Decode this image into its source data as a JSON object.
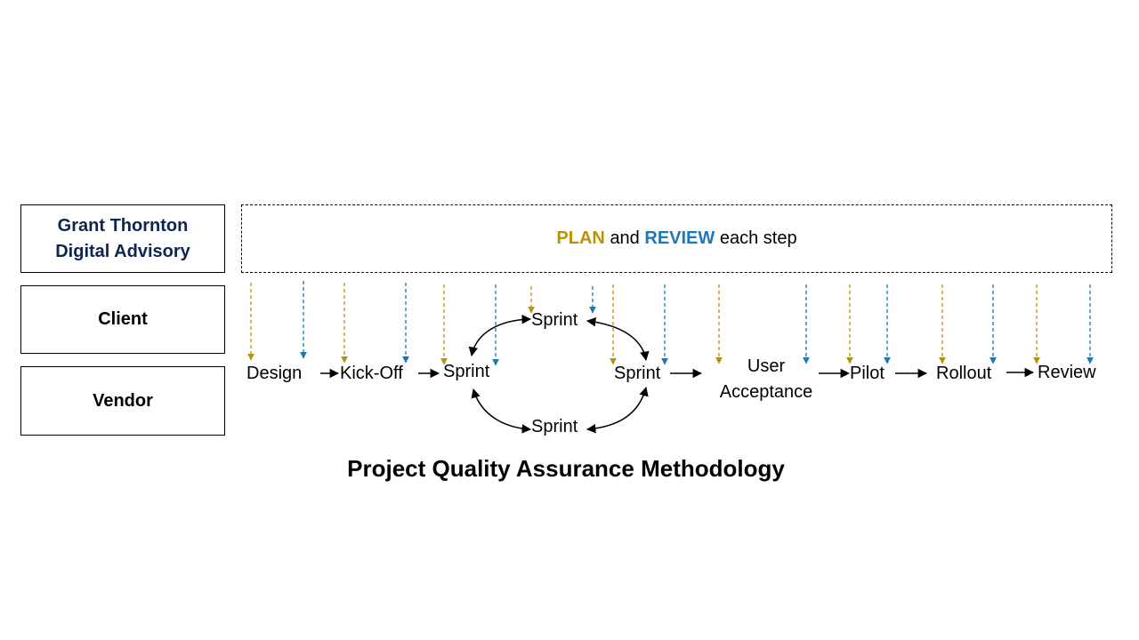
{
  "colors": {
    "plan": "#b8920a",
    "review": "#1f77b4",
    "gt_text": "#0e2552",
    "text": "#000000"
  },
  "roles": {
    "gt_line1": "Grant Thornton",
    "gt_line2": "Digital Advisory",
    "client": "Client",
    "vendor": "Vendor"
  },
  "banner": {
    "plan": "PLAN",
    "and": "and",
    "review": "REVIEW",
    "rest": "each step"
  },
  "steps": {
    "design": "Design",
    "kickoff": "Kick-Off",
    "sprint_left": "Sprint",
    "sprint_top": "Sprint",
    "sprint_right": "Sprint",
    "sprint_bottom": "Sprint",
    "uat_line1": "User",
    "uat_line2": "Acceptance",
    "pilot": "Pilot",
    "rollout": "Rollout",
    "review": "Review"
  },
  "title": "Project Quality Assurance Methodology"
}
